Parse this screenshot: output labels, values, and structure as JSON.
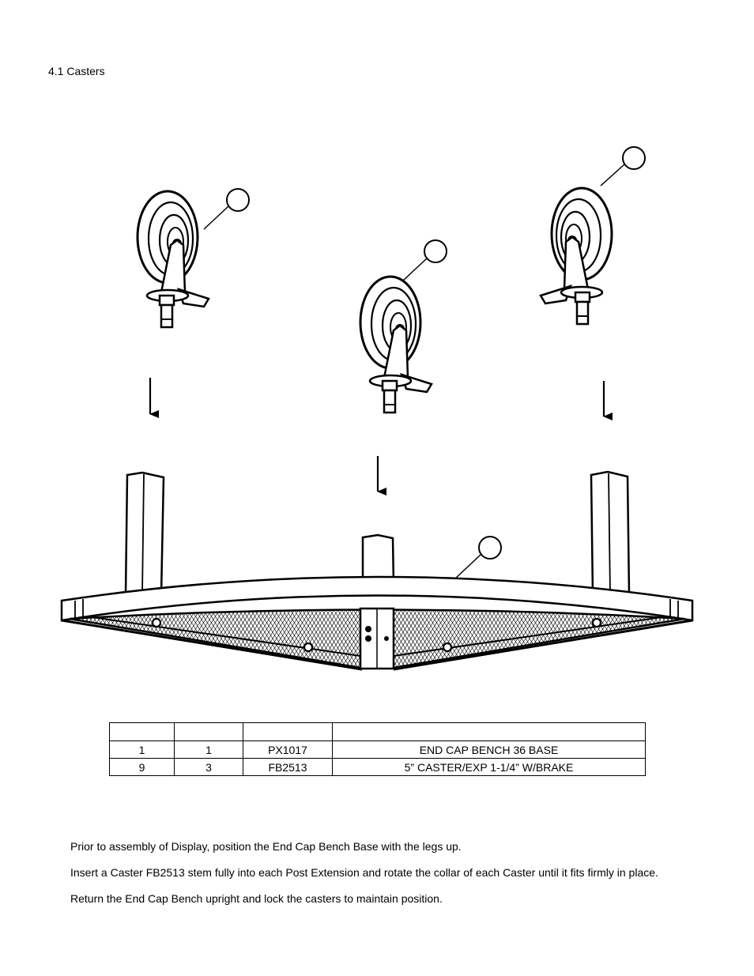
{
  "section": {
    "title": "4.1 Casters"
  },
  "parts_table": {
    "headers": [
      "",
      "",
      "",
      ""
    ],
    "rows": [
      [
        "1",
        "1",
        "PX1017",
        "END CAP BENCH 36 BASE"
      ],
      [
        "9",
        "3",
        "FB2513",
        "5” CASTER/EXP 1-1/4” W/BRAKE"
      ]
    ]
  },
  "instructions": [
    "Prior to assembly of Display, position the End Cap Bench Base with the legs up.",
    "Insert a Caster FB2513 stem fully into each Post Extension and rotate the collar of each Caster until it fits firmly in place.",
    "Return the End Cap Bench upright and lock the casters to maintain position."
  ],
  "figure": {
    "icons": [
      "caster-icon",
      "arrow-down-icon",
      "balloon-callout-icon",
      "bench-base-icon"
    ]
  }
}
